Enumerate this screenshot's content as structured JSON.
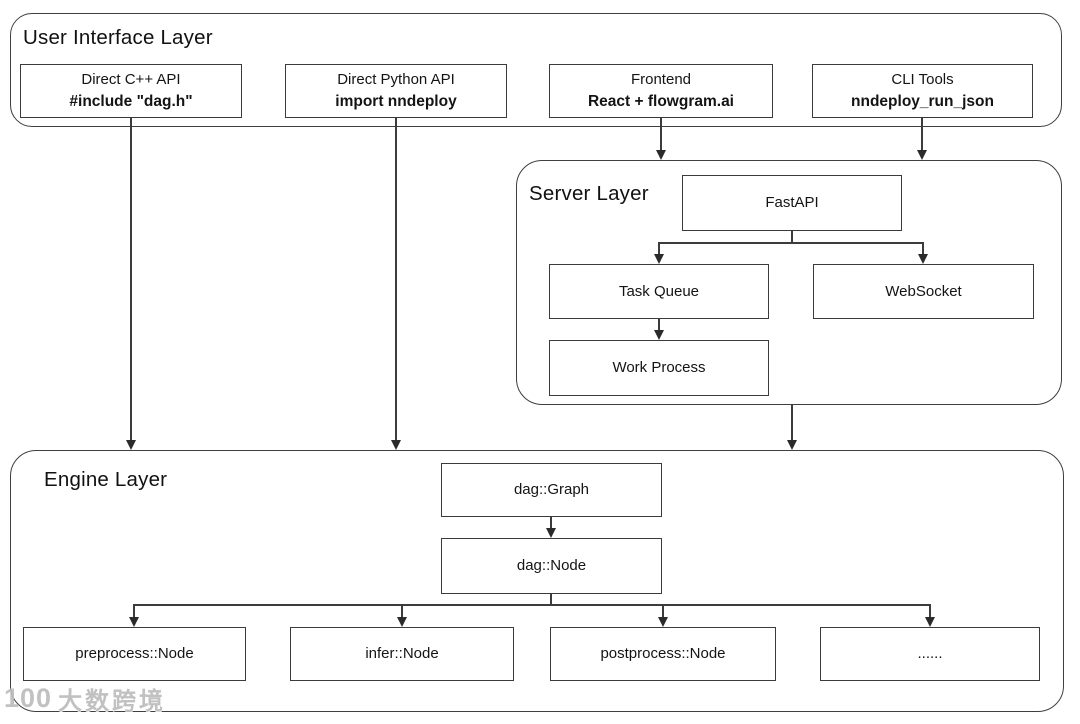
{
  "layers": {
    "ui": {
      "title": "User Interface Layer"
    },
    "server": {
      "title": "Server Layer"
    },
    "engine": {
      "title": "Engine Layer"
    }
  },
  "nodes": {
    "cpp": {
      "line1": "Direct C++ API",
      "line2": "#include \"dag.h\""
    },
    "python": {
      "line1": "Direct Python API",
      "line2": "import nndeploy"
    },
    "frontend": {
      "line1": "Frontend",
      "line2": "React + flowgram.ai"
    },
    "cli": {
      "line1": "CLI Tools",
      "line2": "nndeploy_run_json"
    },
    "fastapi": {
      "label": "FastAPI"
    },
    "task_queue": {
      "label": "Task Queue"
    },
    "websocket": {
      "label": "WebSocket"
    },
    "work_process": {
      "label": "Work Process"
    },
    "dag_graph": {
      "label": "dag::Graph"
    },
    "dag_node": {
      "label": "dag::Node"
    },
    "preprocess": {
      "label": "preprocess::Node"
    },
    "infer": {
      "label": "infer::Node"
    },
    "postprocess": {
      "label": "postprocess::Node"
    },
    "more": {
      "label": "......"
    }
  },
  "watermark": {
    "logo": "100",
    "text": "大数跨境"
  },
  "colors": {
    "background": "#ffffff",
    "line": "#3c3c3c",
    "box_border": "#3b3b3b",
    "container_border": "#3f3f3f",
    "text": "#141414",
    "watermark": "#bcbcbc"
  }
}
